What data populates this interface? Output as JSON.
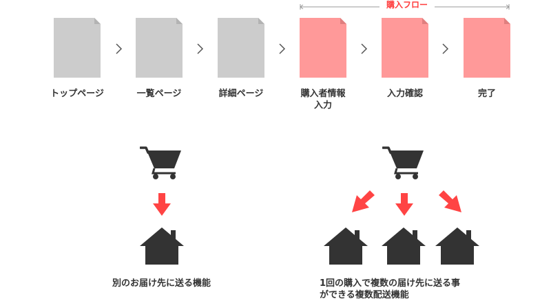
{
  "flow": {
    "title": "購入フロー",
    "accent_color": "#ff3b3b",
    "steps": [
      {
        "label": "トップページ",
        "highlight": false
      },
      {
        "label": "一覧ページ",
        "highlight": false
      },
      {
        "label": "詳細ページ",
        "highlight": false
      },
      {
        "label_line1": "購入者情報",
        "label_line2": "入力",
        "highlight": true
      },
      {
        "label": "入力確認",
        "highlight": true
      },
      {
        "label": "完了",
        "highlight": true
      }
    ],
    "colors": {
      "page_gray": "#cccccc",
      "page_pink": "#ff9999"
    }
  },
  "single": {
    "icons": [
      "cart-icon",
      "down-arrow-icon",
      "house-icon"
    ],
    "caption": "別のお届け先に送る機能"
  },
  "multiple": {
    "icons": [
      "cart-icon",
      "arrow-down-left-icon",
      "down-arrow-icon",
      "arrow-down-right-icon",
      "house-icon",
      "house-icon",
      "house-icon"
    ],
    "caption_line1": "1回の購入で複数の届け先に送る事",
    "caption_line2": "ができる複数配送機能"
  }
}
